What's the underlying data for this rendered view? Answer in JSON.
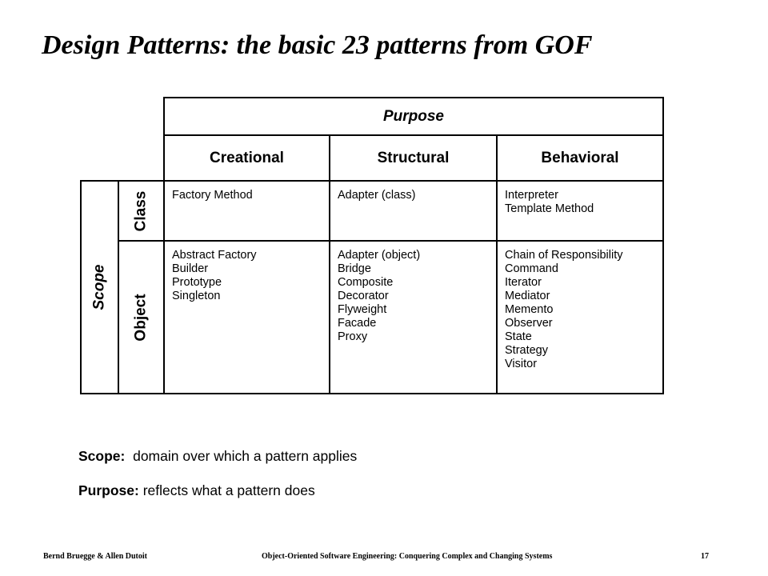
{
  "title": "Design Patterns: the basic 23 patterns from GOF",
  "table": {
    "purpose_label": "Purpose",
    "scope_label": "Scope",
    "columns": [
      "Creational",
      "Structural",
      "Behavioral"
    ],
    "rows": [
      {
        "label": "Class",
        "cells": [
          [
            "Factory Method"
          ],
          [
            "Adapter (class)"
          ],
          [
            "Interpreter",
            "Template Method"
          ]
        ]
      },
      {
        "label": "Object",
        "cells": [
          [
            "Abstract Factory",
            "Builder",
            "Prototype",
            "Singleton"
          ],
          [
            "Adapter (object)",
            "Bridge",
            "Composite",
            "Decorator",
            "Flyweight",
            "Facade",
            "Proxy"
          ],
          [
            "Chain of Responsibility",
            "Command",
            "Iterator",
            "Mediator",
            "Memento",
            "Observer",
            "State",
            "Strategy",
            "Visitor"
          ]
        ]
      }
    ]
  },
  "notes": {
    "scope_term": "Scope:",
    "scope_desc": "domain over which a pattern applies",
    "purpose_term": "Purpose:",
    "purpose_desc": "reflects what a pattern does"
  },
  "footer": {
    "authors": "Bernd Bruegge & Allen Dutoit",
    "book": "Object-Oriented Software Engineering: Conquering Complex and Changing Systems",
    "page": "17"
  }
}
